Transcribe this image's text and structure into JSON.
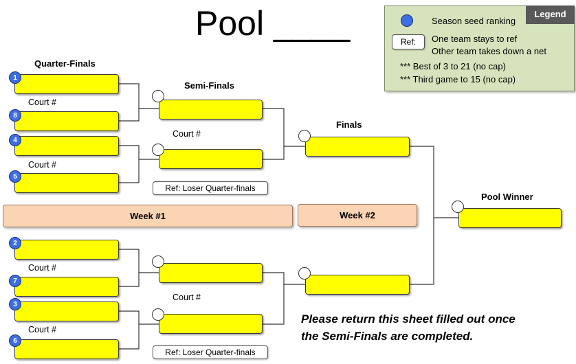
{
  "title": "Pool ____",
  "legend": {
    "tab": "Legend",
    "seed_text": "Season seed ranking",
    "ref_chip": "Ref:",
    "ref_line1": "One team stays to ref",
    "ref_line2": "Other team takes down a net",
    "rule1": "*** Best of 3 to 21 (no cap)",
    "rule2": "*** Third game to 15 (no cap)"
  },
  "headings": {
    "quarter_finals": "Quarter-Finals",
    "semi_finals": "Semi-Finals",
    "finals": "Finals",
    "pool_winner": "Pool Winner"
  },
  "court_label": "Court #",
  "seeds": [
    "1",
    "8",
    "4",
    "5",
    "2",
    "7",
    "3",
    "6"
  ],
  "ref_loser": "Ref: Loser Quarter-finals",
  "weeks": {
    "week1": "Week #1",
    "week2": "Week #2"
  },
  "note": {
    "line1": "Please return this sheet filled out once",
    "line2": "the Semi-Finals are completed."
  },
  "colors": {
    "slot": "#ffff00",
    "seed": "#3c6ee6",
    "legend_bg": "#d6e3bc",
    "legend_tab": "#595959",
    "week_bg": "#fbd4b4"
  }
}
